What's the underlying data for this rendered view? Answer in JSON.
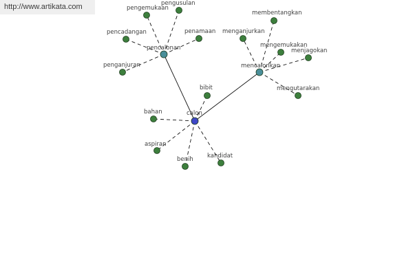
{
  "watermark": "http://www.artikata.com",
  "colors": {
    "center": "#3f47c8",
    "hub": "#4a8f9a",
    "leaf": "#3d7f3d",
    "node_stroke": "#1e3d1e",
    "edge": "#111111"
  },
  "graph": {
    "center": {
      "id": "calon",
      "label": "calon"
    },
    "hubs": [
      {
        "id": "pencalonan",
        "label": "pencalonan"
      },
      {
        "id": "mencalonkan",
        "label": "mencalonkan"
      }
    ],
    "leaves": [
      {
        "id": "pengusulan",
        "label": "pengusulan",
        "parent": "pencalonan"
      },
      {
        "id": "pengemukaan",
        "label": "pengemukaan",
        "parent": "pencalonan"
      },
      {
        "id": "pencadangan",
        "label": "pencadangan",
        "parent": "pencalonan"
      },
      {
        "id": "penamaan",
        "label": "penamaan",
        "parent": "pencalonan"
      },
      {
        "id": "penganjuran",
        "label": "penganjuran",
        "parent": "pencalonan"
      },
      {
        "id": "membentangkan",
        "label": "membentangkan",
        "parent": "mencalonkan"
      },
      {
        "id": "menganjurkan",
        "label": "menganjurkan",
        "parent": "mencalonkan"
      },
      {
        "id": "mengemukakan",
        "label": "mengemukakan",
        "parent": "mencalonkan"
      },
      {
        "id": "menjagokan",
        "label": "menjagokan",
        "parent": "mencalonkan"
      },
      {
        "id": "mengutarakan",
        "label": "mengutarakan",
        "parent": "mencalonkan"
      },
      {
        "id": "bibit",
        "label": "bibit",
        "parent": "calon"
      },
      {
        "id": "bahan",
        "label": "bahan",
        "parent": "calon"
      },
      {
        "id": "aspiran",
        "label": "aspiran",
        "parent": "calon"
      },
      {
        "id": "benih",
        "label": "benih",
        "parent": "calon"
      },
      {
        "id": "kandidat",
        "label": "kandidat",
        "parent": "calon"
      }
    ]
  }
}
